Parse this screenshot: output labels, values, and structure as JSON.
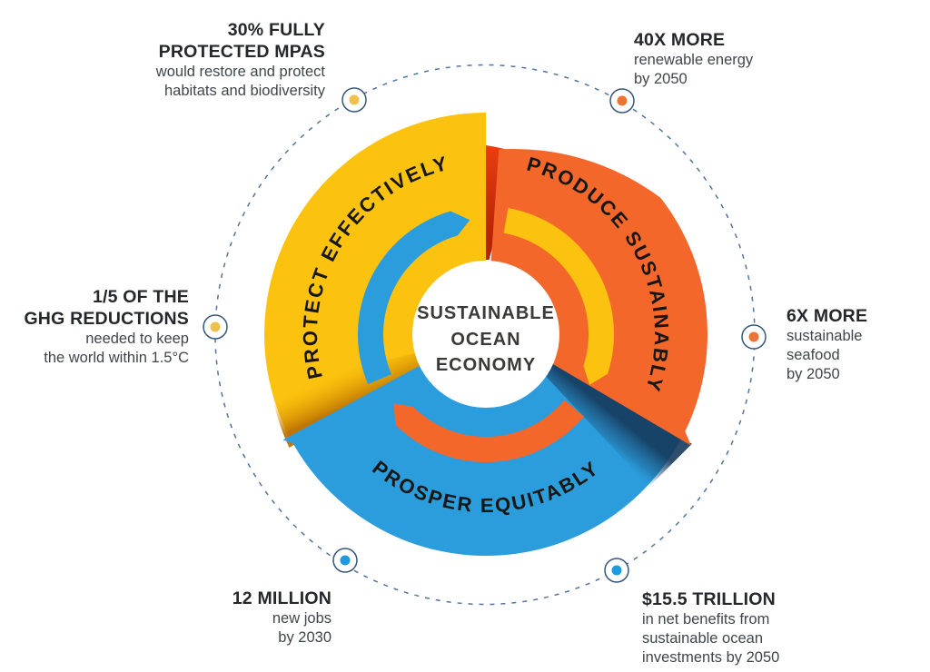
{
  "center": {
    "line1": "SUSTAINABLE",
    "line2": "OCEAN",
    "line3": "ECONOMY"
  },
  "segments": [
    {
      "id": "protect",
      "label": "PROTECT EFFECTIVELY",
      "color": "#FBC30F",
      "arrow_color": "#2B9DDC"
    },
    {
      "id": "produce",
      "label": "PRODUCE SUSTAINABLY",
      "color": "#F4672B",
      "arrow_color": "#FBC30F"
    },
    {
      "id": "prosper",
      "label": "PROSPER EQUITABLY",
      "color": "#2B9DDC",
      "arrow_color": "#F4672B"
    }
  ],
  "callouts": [
    {
      "id": "protected-mpas",
      "heading_lines": [
        "30% FULLY",
        "PROTECTED MPAS"
      ],
      "body_lines": [
        "would restore and protect",
        "habitats and biodiversity"
      ],
      "dot_color": "#EDC14B"
    },
    {
      "id": "renewable-energy",
      "heading_lines": [
        "40X MORE"
      ],
      "body_lines": [
        "renewable energy",
        "by 2050"
      ],
      "dot_color": "#ED7334"
    },
    {
      "id": "ghg-reductions",
      "heading_lines": [
        "1/5 OF THE",
        "GHG REDUCTIONS"
      ],
      "body_lines": [
        "needed to keep",
        "the world within 1.5°C"
      ],
      "dot_color": "#EDC14B"
    },
    {
      "id": "sustainable-seafood",
      "heading_lines": [
        "6X MORE"
      ],
      "body_lines": [
        "sustainable",
        "seafood",
        "by 2050"
      ],
      "dot_color": "#ED7334"
    },
    {
      "id": "new-jobs",
      "heading_lines": [
        "12 MILLION"
      ],
      "body_lines": [
        "new jobs",
        "by 2030"
      ],
      "dot_color": "#1E9ADE"
    },
    {
      "id": "net-benefits",
      "heading_lines": [
        "$15.5 TRILLION"
      ],
      "body_lines": [
        "in net benefits from",
        "sustainable ocean",
        "investments by 2050"
      ],
      "dot_color": "#1E9ADE"
    }
  ],
  "colors": {
    "yellow": "#FBC30F",
    "orange": "#F4672B",
    "blue": "#2B9DDC",
    "red_fold_light": "#EF4012",
    "red_fold_dark": "#B72405",
    "amber_shadow": "#B96F00",
    "navy_shadow": "#16395C",
    "orbit_stroke": "#51749B",
    "dot_ring_stroke": "#35567A",
    "heading_text": "#26272B",
    "body_text": "#41454B",
    "center_text": "#3B3A38",
    "segment_label_text": "#161613"
  }
}
